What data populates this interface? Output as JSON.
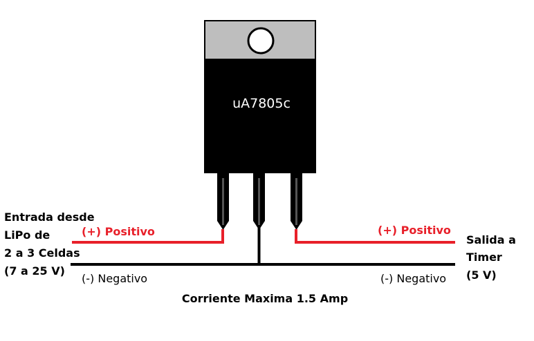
{
  "chip": {
    "label": "uA7805c"
  },
  "input": {
    "lines": [
      "Entrada desde",
      "LiPo de",
      "2 a 3 Celdas",
      "(7 a 25 V)"
    ],
    "positive_label": "(+) Positivo",
    "negative_label": "(-) Negativo"
  },
  "output": {
    "lines": [
      "Salida a",
      "Timer",
      "(5 V)"
    ],
    "positive_label": "(+) Positivo",
    "negative_label": "(-) Negativo"
  },
  "footer": {
    "current_note": "Corriente Maxima 1.5 Amp"
  },
  "colors": {
    "positive_wire": "#e8202a",
    "negative_wire": "#000000",
    "chip_body": "#000000",
    "heatsink_tab": "#bebebe",
    "positive_text": "#e8202a"
  }
}
